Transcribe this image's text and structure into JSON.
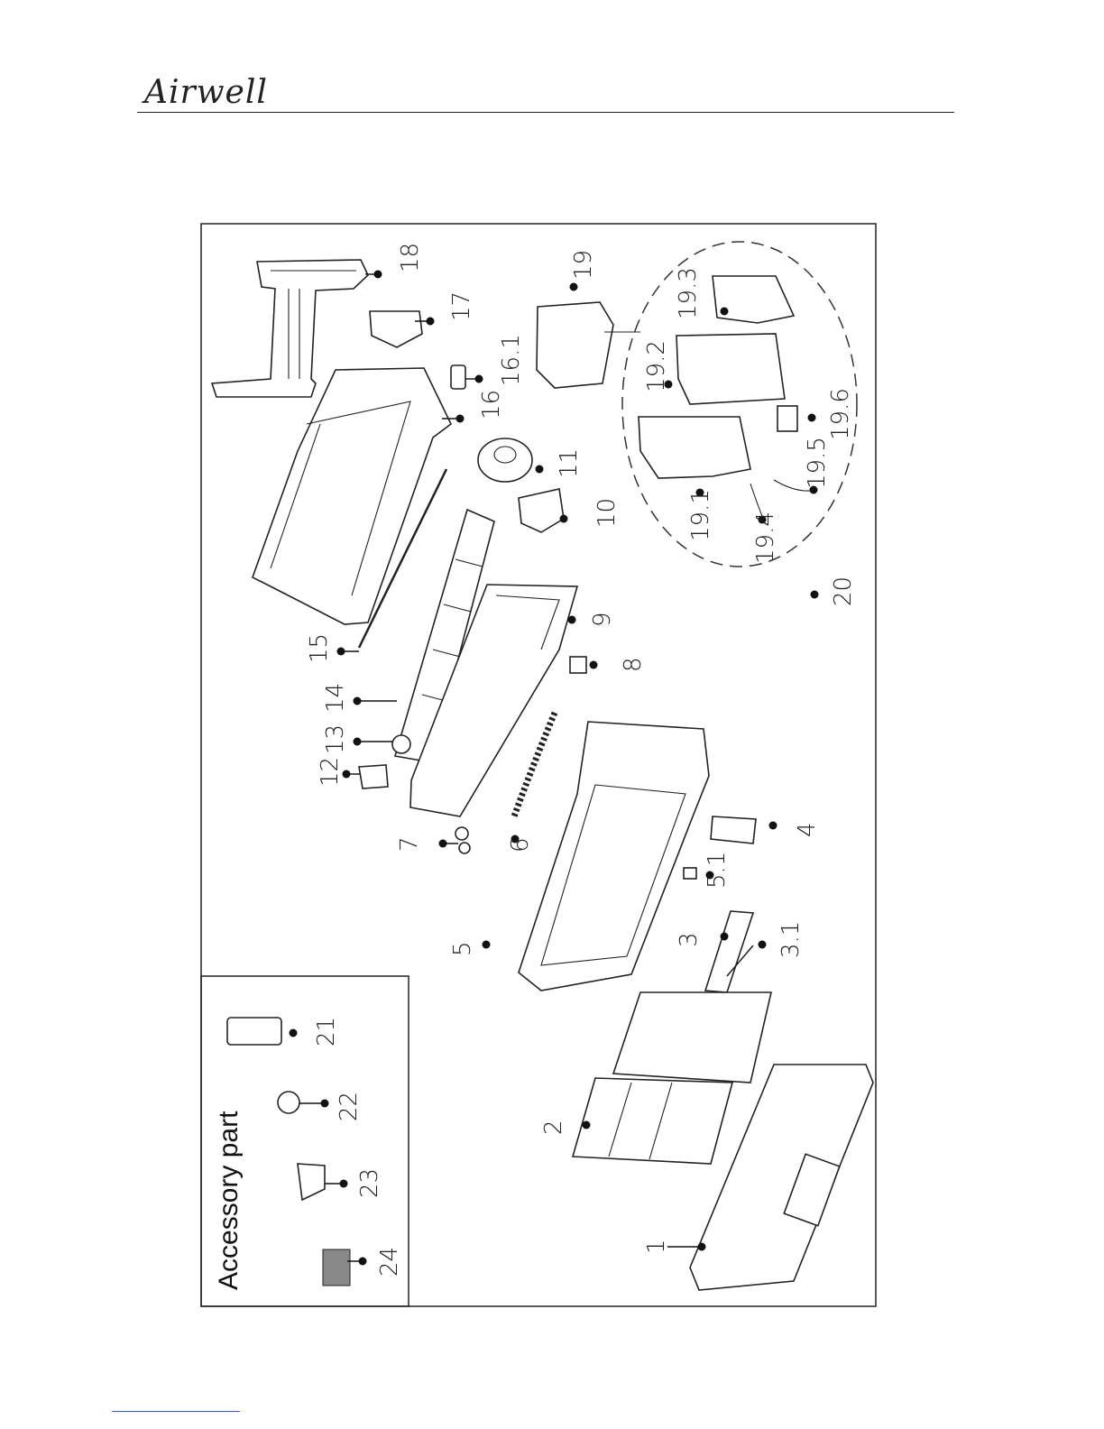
{
  "header": {
    "brand": "Airwell"
  },
  "accessory": {
    "title": "Accessory part"
  },
  "labels": {
    "p1": "1",
    "p2": "2",
    "p3": "3",
    "p3_1": "3.1",
    "p4": "4",
    "p5": "5",
    "p5_1": "5.1",
    "p6": "6",
    "p7": "7",
    "p8": "8",
    "p9": "9",
    "p10": "10",
    "p11": "11",
    "p12": "12",
    "p13": "13",
    "p14": "14",
    "p15": "15",
    "p16": "16",
    "p16_1": "16.1",
    "p17": "17",
    "p18": "18",
    "p19": "19",
    "p19_1": "19.1",
    "p19_2": "19.2",
    "p19_3": "19.3",
    "p19_4": "19.4",
    "p19_5": "19.5",
    "p19_6": "19.6",
    "p20": "20",
    "p21": "21",
    "p22": "22",
    "p23": "23",
    "p24": "24"
  }
}
